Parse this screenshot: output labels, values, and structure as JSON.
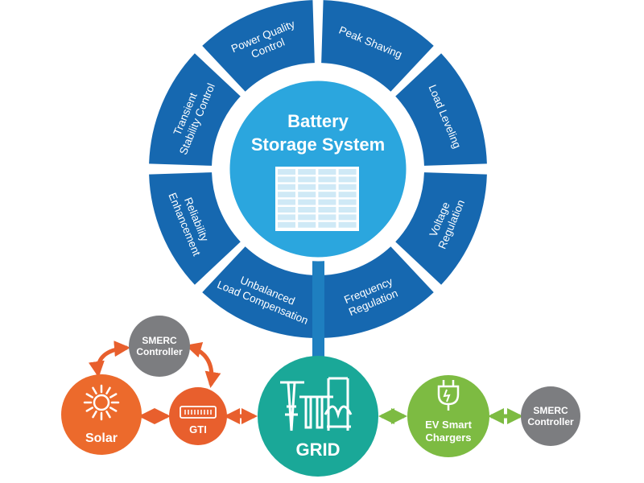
{
  "center": {
    "title_line1": "Battery",
    "title_line2": "Storage System"
  },
  "segments": [
    {
      "lines": [
        "Peak Shaving"
      ]
    },
    {
      "lines": [
        "Load Leveling"
      ]
    },
    {
      "lines": [
        "Voltage",
        "Regulation"
      ]
    },
    {
      "lines": [
        "Frequency",
        "Regulation"
      ]
    },
    {
      "lines": [
        "Unbalanced",
        "Load Compensation"
      ]
    },
    {
      "lines": [
        "Reliability",
        "Enhancement"
      ]
    },
    {
      "lines": [
        "Transient",
        "Stability Control"
      ]
    },
    {
      "lines": [
        "Power Quality",
        "Control"
      ]
    }
  ],
  "nodes": {
    "grid": "GRID",
    "solar": "Solar",
    "gti": "GTI",
    "smerc_left_line1": "SMERC",
    "smerc_left_line2": "Controller",
    "ev_line1": "EV Smart",
    "ev_line2": "Chargers",
    "smerc_right_line1": "SMERC",
    "smerc_right_line2": "Controller"
  },
  "colors": {
    "ring": "#1668b0",
    "center": "#2ba6de",
    "connector": "#1e7fc0",
    "grid": "#1aa898",
    "solar": "#ec6a2c",
    "gti": "#e85f2d",
    "smerc": "#7c7d80",
    "ev": "#7dbb42",
    "arrow_orange": "#e85f2d",
    "arrow_green": "#7dbb42"
  }
}
